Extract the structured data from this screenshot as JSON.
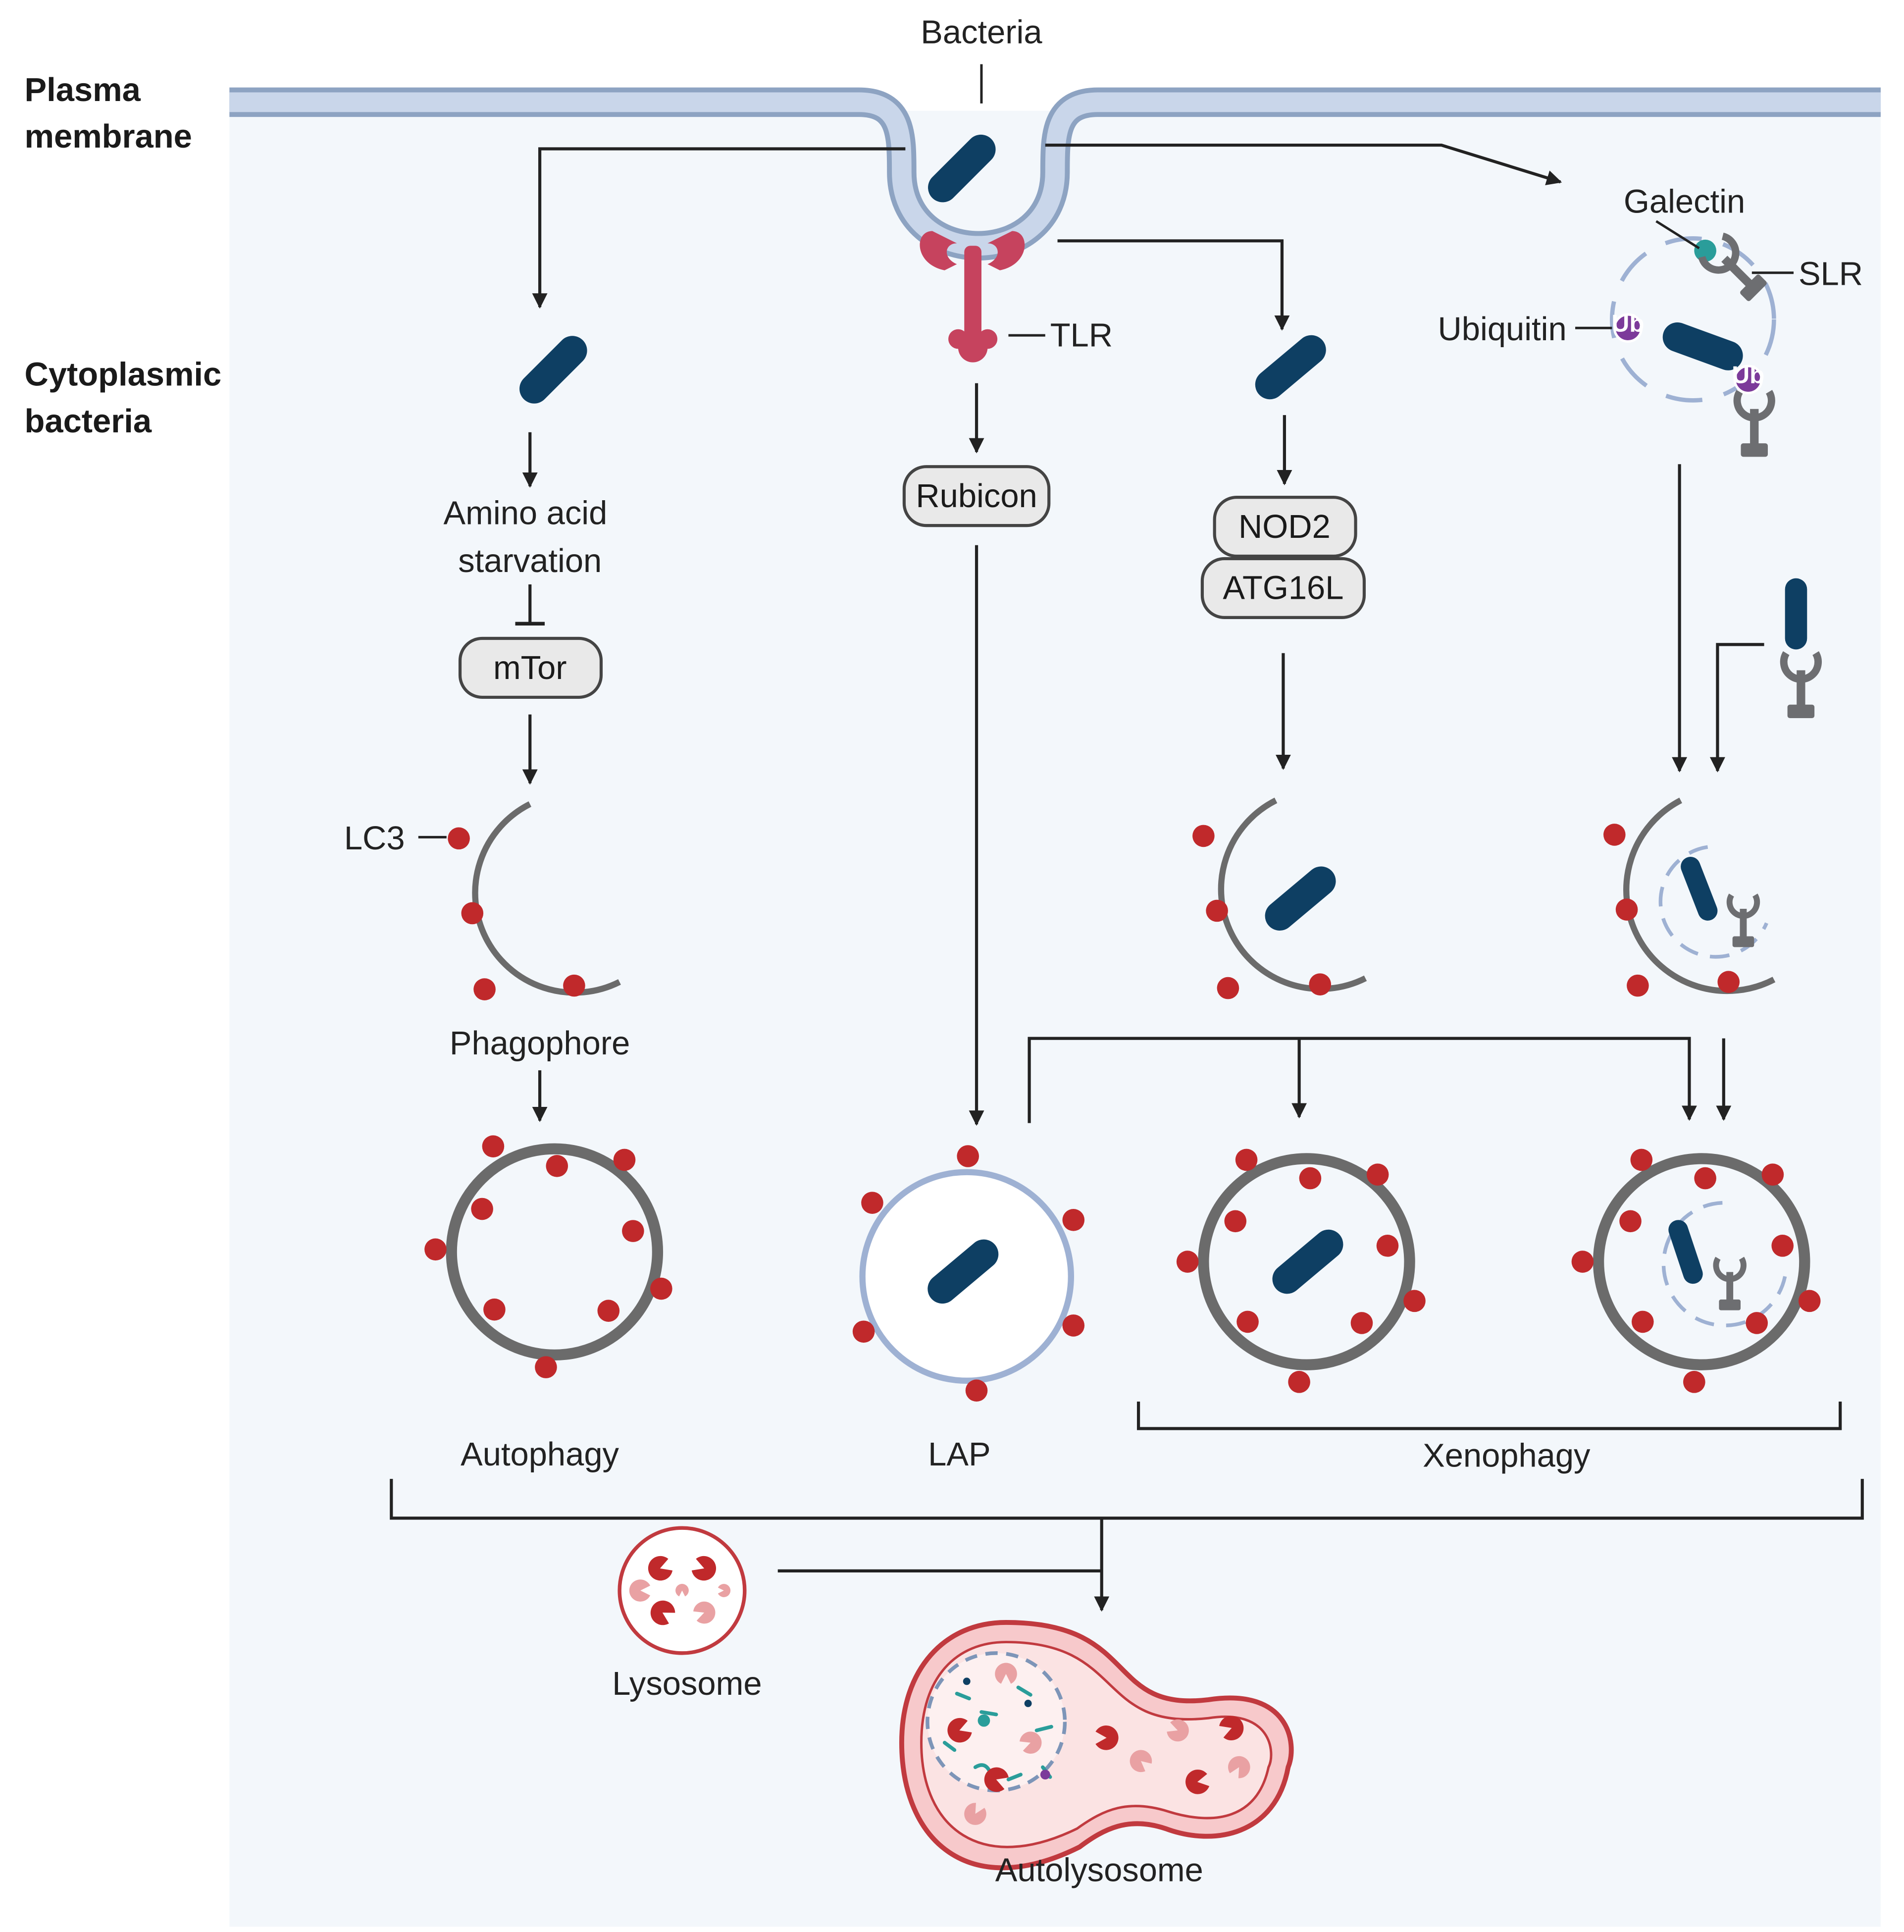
{
  "labels": {
    "plasma_membrane": [
      "Plasma",
      "membrane"
    ],
    "cytoplasmic_bacteria": [
      "Cytoplasmic",
      "bacteria"
    ],
    "bacteria": "Bacteria",
    "tlr": "TLR",
    "galectin": "Galectin",
    "slr": "SLR",
    "ubiquitin": "Ubiquitin",
    "ub_short": "Ub",
    "amino_acid_starvation": [
      "Amino acid",
      "starvation"
    ],
    "mtor": "mTor",
    "rubicon": "Rubicon",
    "nod2": "NOD2",
    "atg16l": "ATG16L",
    "lc3": "LC3",
    "phagophore": "Phagophore",
    "autophagy": "Autophagy",
    "lap": "LAP",
    "xenophagy": "Xenophagy",
    "lysosome": "Lysosome",
    "autolysosome": "Autolysosome"
  },
  "colors": {
    "membrane_fill": "#c9d6ea",
    "membrane_stroke": "#8da3c2",
    "cytoplasm": "#f3f7fb",
    "bacterium": "#0e3f63",
    "lc3_dot": "#c0292b",
    "vesicle_gray": "#6b6b6b",
    "lap_ring": "#9eb1d3",
    "tlr": "#c6435e",
    "galectin": "#2a9d9a",
    "ubiquitin": "#7c3a9a",
    "slr": "#6d6e71",
    "lysosome": "#c13a3f"
  }
}
